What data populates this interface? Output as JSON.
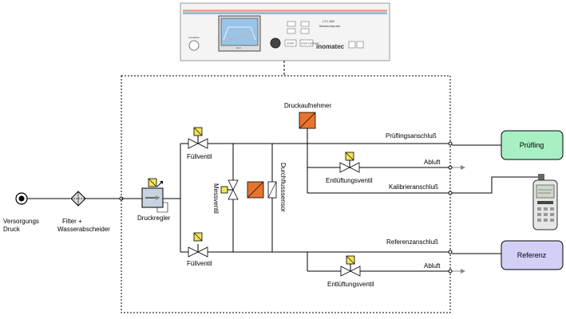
{
  "device": {
    "model": "LTC-602",
    "subtitle": "Messcomputer",
    "brand": "inomatec",
    "btn_start": "START",
    "btn_stop": "STOP\nZUSTAND",
    "btn_left_label": "Vorwählen",
    "screen_bottom": "11.2"
  },
  "labels": {
    "supply": "Versorgungs\nDruck",
    "filter": "Filter +\nWasserabscheider",
    "regulator": "Druckregler",
    "fill_valve_top": "Füllventil",
    "fill_valve_bottom": "Füllventil",
    "measure_valve": "Messventil",
    "flow_sensor": "Durchflusssensor",
    "pressure_sensor": "Druckaufnehmer",
    "test_port": "Prüflingsanschluß",
    "exhaust_top": "Abluft",
    "vent_valve_top": "Entlüftungsventil",
    "calib_port": "Kalibrieranschluß",
    "ref_port": "Referenzanschluß",
    "exhaust_bottom": "Abluft",
    "vent_valve_bottom": "Entlüftungsventil"
  },
  "boxes": {
    "test_item": "Prüfling",
    "reference": "Referenz"
  },
  "colors": {
    "test_item_fill": "#a8f0c4",
    "reference_fill": "#d3d0f8",
    "valve_actuator": "#f2e45a",
    "sensor": "#e8742d"
  }
}
